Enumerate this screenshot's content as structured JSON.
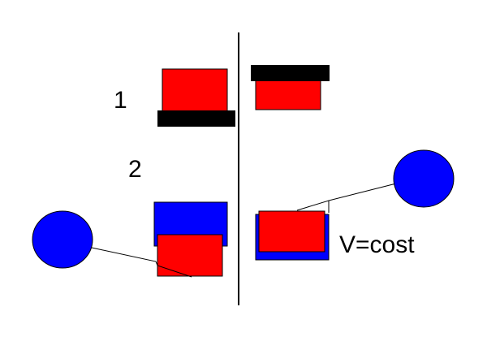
{
  "labels": {
    "step1": "1",
    "step2": "2",
    "value": "V=cost"
  },
  "colors": {
    "red": "#ff0000",
    "black": "#000000",
    "blue": "#0000ff",
    "background": "#ffffff"
  }
}
